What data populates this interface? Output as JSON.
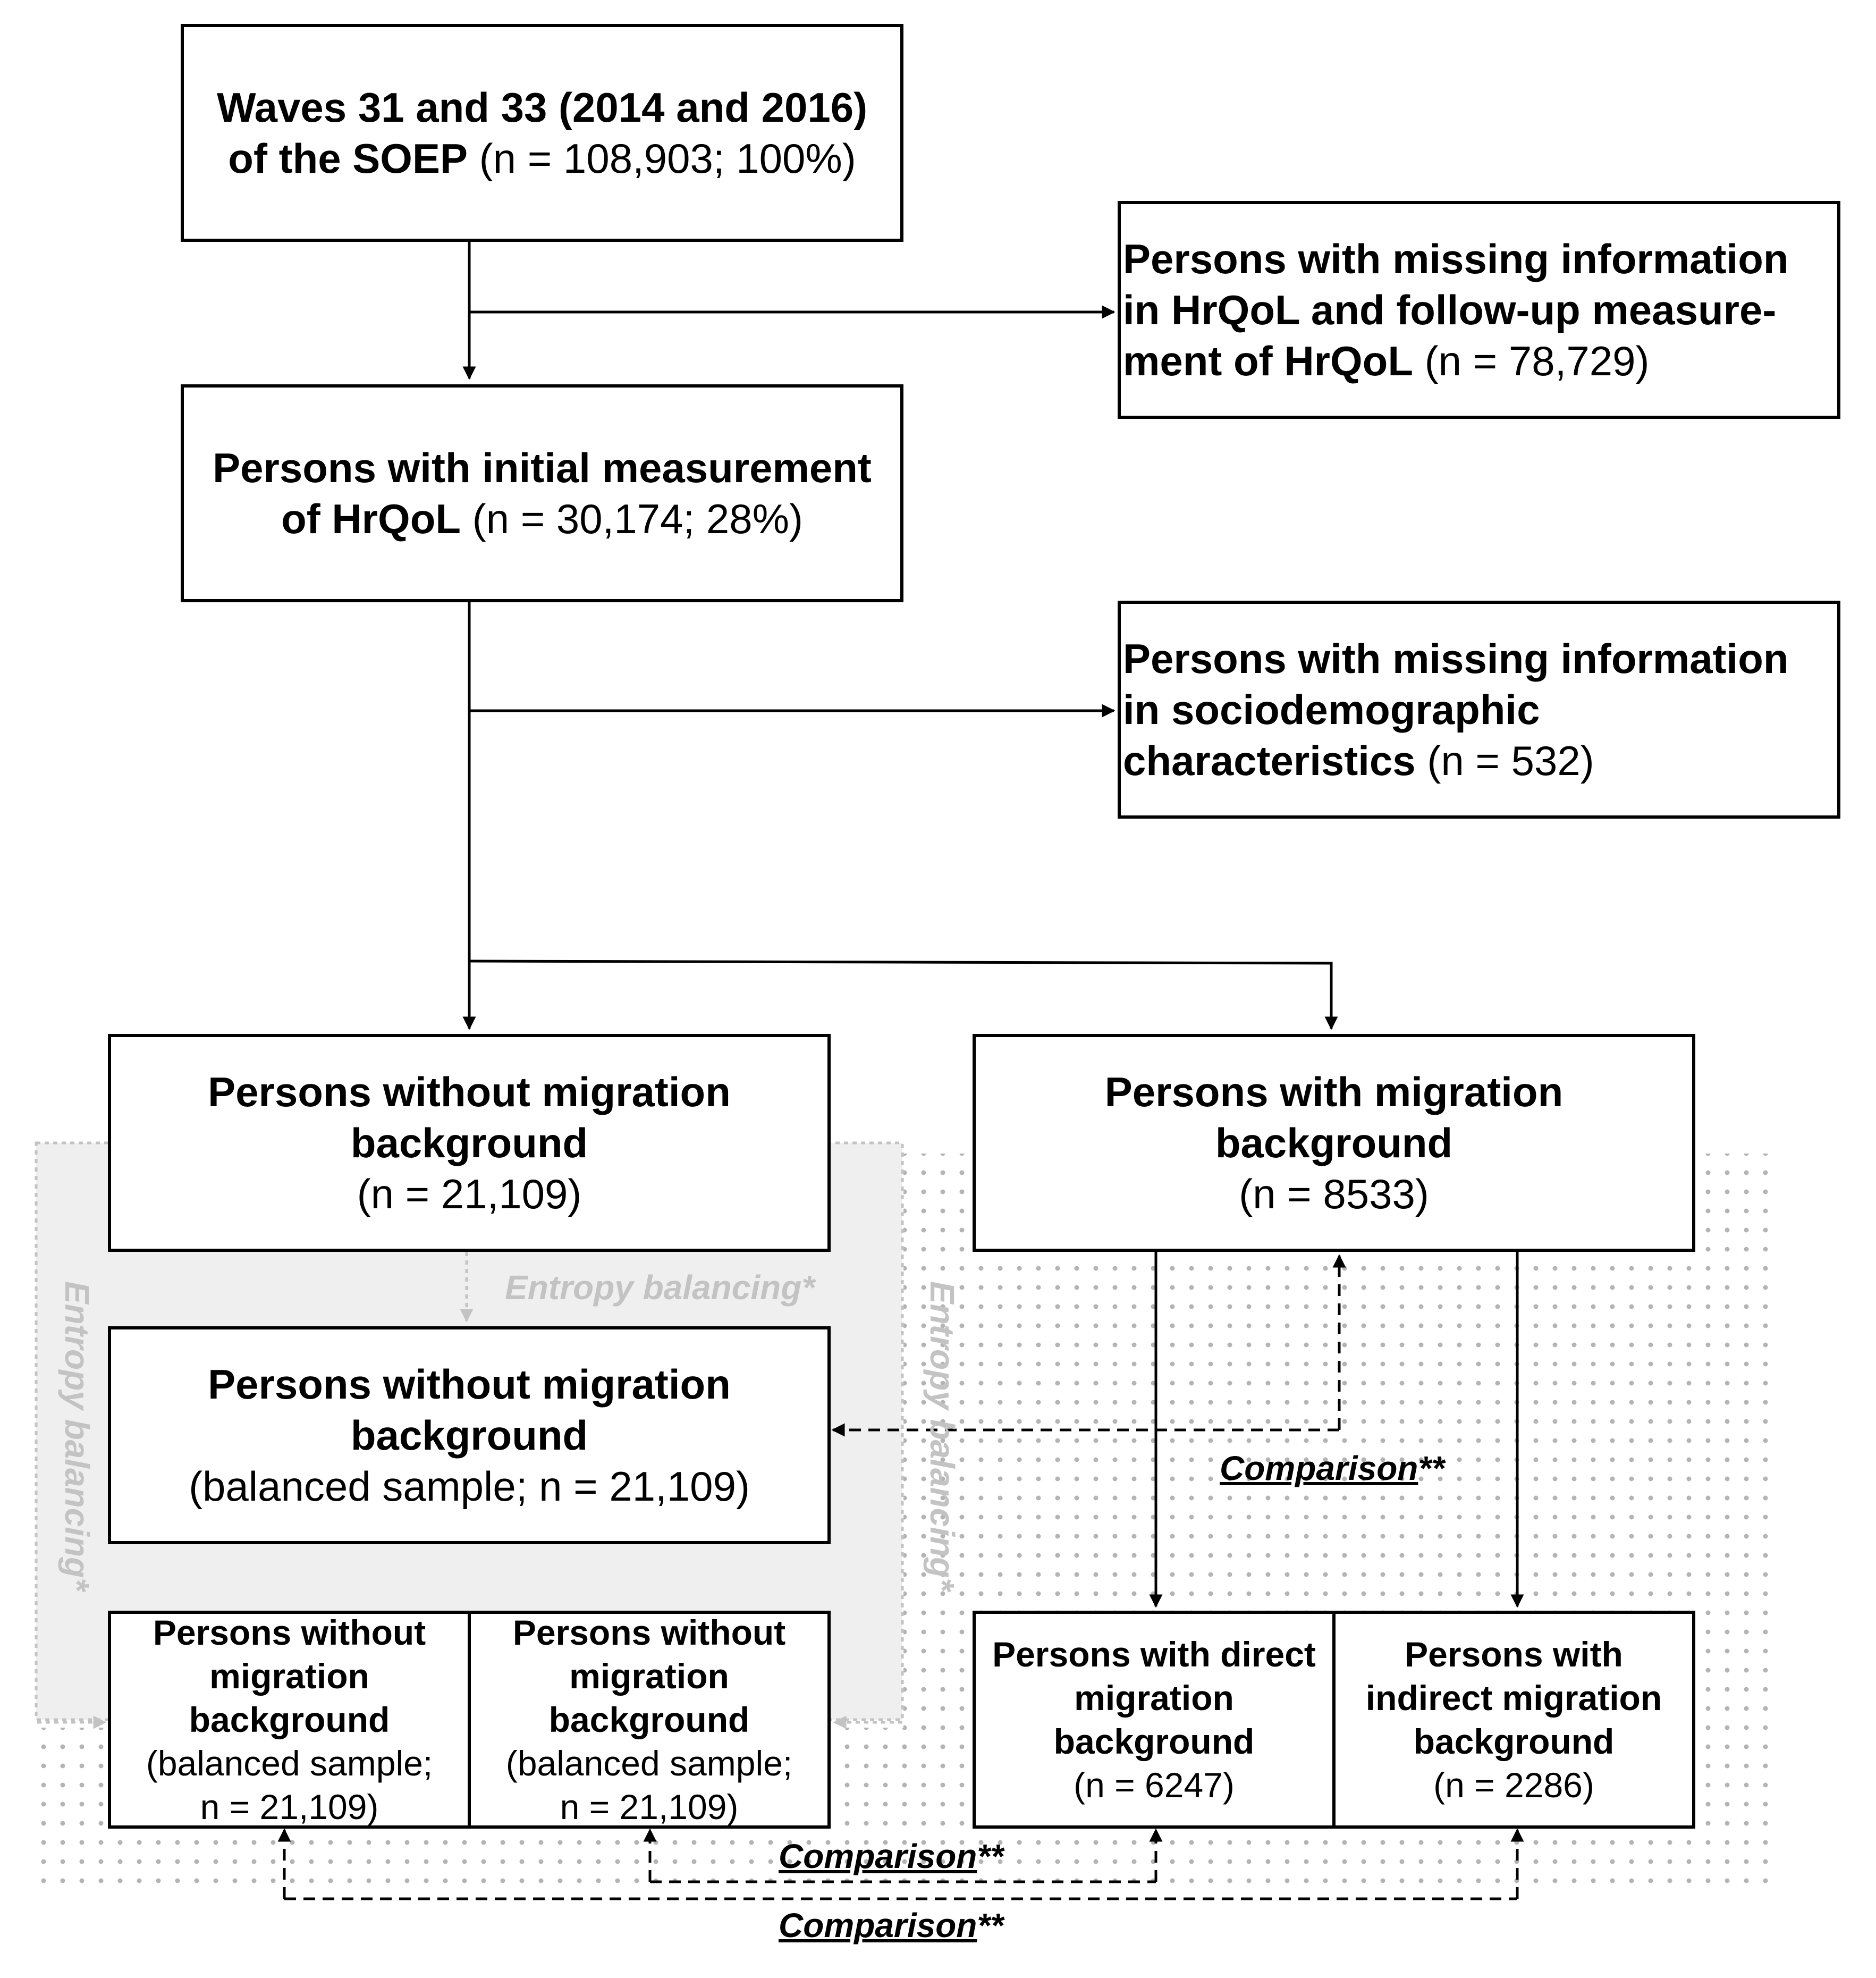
{
  "boxes": {
    "soep": {
      "bold": "Waves 31 and 33 (2014 and 2016) of the SOEP",
      "bold_line1": "Waves 31 and 33 (2014 and 2016)",
      "bold_line2": "of the SOEP",
      "normal": " (n = 108,903; 100%)"
    },
    "missing_hrqol": {
      "bold_line1": "Persons with missing information",
      "bold_line2": "in HrQoL and follow-up measure-",
      "bold_line3": "ment of HrQoL",
      "normal": " (n = 78,729)"
    },
    "initial": {
      "bold_line1": "Persons with initial measurement",
      "bold_line2": "of HrQoL",
      "normal": " (n = 30,174; 28%)"
    },
    "missing_socio": {
      "bold_line1": "Persons with missing information",
      "bold_line2": "in sociodemographic",
      "bold_line3": "characteristics",
      "normal": " (n = 532)"
    },
    "without": {
      "bold_line1": "Persons without migration",
      "bold_line2": "background",
      "normal": "(n = 21,109)"
    },
    "with": {
      "bold_line1": "Persons with migration",
      "bold_line2": "background",
      "normal": "(n = 8533)"
    },
    "without_balanced": {
      "bold_line1": "Persons without migration",
      "bold_line2": "background",
      "normal": "(balanced sample; n = 21,109)"
    },
    "without_bal_a": {
      "bold_line1": "Persons without",
      "bold_line2": "migration",
      "bold_line3": "background",
      "normal_line1": "(balanced sample;",
      "normal_line2": "n = 21,109)"
    },
    "without_bal_b": {
      "bold_line1": "Persons without",
      "bold_line2": "migration",
      "bold_line3": "background",
      "normal_line1": "(balanced sample;",
      "normal_line2": "n = 21,109)"
    },
    "direct": {
      "bold_line1": "Persons with direct",
      "bold_line2": "migration",
      "bold_line3": "background",
      "normal": "(n = 6247)"
    },
    "indirect": {
      "bold_line1": "Persons with",
      "bold_line2": "indirect migration",
      "bold_line3": "background",
      "normal": "(n = 2286)"
    }
  },
  "labels": {
    "entropy_horizontal": "Entropy balancing*",
    "entropy_vertical_left": "Entropy balancing*",
    "entropy_vertical_right": "Entropy balancing*",
    "comparison_mid": "Comparison",
    "comparison_bottom1": "Comparison",
    "comparison_bottom2": "Comparison",
    "comparison_suffix": "**"
  },
  "colors": {
    "line": "#000000",
    "gray": "#c3c3c3",
    "shade": "#efefef",
    "dots": "#b4b4b4"
  }
}
